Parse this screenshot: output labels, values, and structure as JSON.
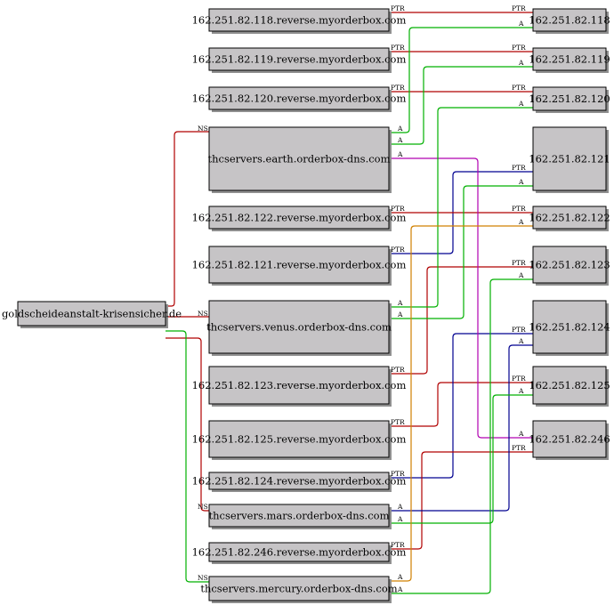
{
  "colors": {
    "ns": "#b00000",
    "ptr": "#b00000",
    "a": "#00b000",
    "blue": "#000090",
    "purple": "#b000b0",
    "orange": "#d08000"
  },
  "nodes": {
    "domain": "goldscheideanstalt-krisensicher.de",
    "earth": "thcservers.earth.orderbox-dns.com",
    "venus": "thcservers.venus.orderbox-dns.com",
    "mars": "thcservers.mars.orderbox-dns.com",
    "mercury": "thcservers.mercury.orderbox-dns.com",
    "rev118": "162.251.82.118.reverse.myorderbox.com",
    "rev119": "162.251.82.119.reverse.myorderbox.com",
    "rev120": "162.251.82.120.reverse.myorderbox.com",
    "rev122": "162.251.82.122.reverse.myorderbox.com",
    "rev121": "162.251.82.121.reverse.myorderbox.com",
    "rev123": "162.251.82.123.reverse.myorderbox.com",
    "rev125": "162.251.82.125.reverse.myorderbox.com",
    "rev124": "162.251.82.124.reverse.myorderbox.com",
    "rev246": "162.251.82.246.reverse.myorderbox.com",
    "ip118": "162.251.82.118",
    "ip119": "162.251.82.119",
    "ip120": "162.251.82.120",
    "ip121": "162.251.82.121",
    "ip122": "162.251.82.122",
    "ip123": "162.251.82.123",
    "ip124": "162.251.82.124",
    "ip125": "162.251.82.125",
    "ip246": "162.251.82.246"
  },
  "edge_labels": {
    "ns": "NS",
    "ptr": "PTR",
    "a": "A"
  },
  "edges": [
    {
      "from": "domain",
      "to": "earth",
      "type": "NS",
      "color": "ns"
    },
    {
      "from": "domain",
      "to": "venus",
      "type": "NS",
      "color": "ns"
    },
    {
      "from": "domain",
      "to": "mars",
      "type": "NS",
      "color": "ns"
    },
    {
      "from": "domain",
      "to": "mercury",
      "type": "NS",
      "color": "a"
    },
    {
      "from": "rev118",
      "to": "ip118",
      "type": "PTR",
      "color": "ptr"
    },
    {
      "from": "rev119",
      "to": "ip119",
      "type": "PTR",
      "color": "ptr"
    },
    {
      "from": "rev120",
      "to": "ip120",
      "type": "PTR",
      "color": "ptr"
    },
    {
      "from": "rev121",
      "to": "ip121",
      "type": "PTR",
      "color": "blue"
    },
    {
      "from": "rev122",
      "to": "ip122",
      "type": "PTR",
      "color": "ptr"
    },
    {
      "from": "rev123",
      "to": "ip123",
      "type": "PTR",
      "color": "ptr"
    },
    {
      "from": "rev125",
      "to": "ip125",
      "type": "PTR",
      "color": "ptr"
    },
    {
      "from": "rev124",
      "to": "ip124",
      "type": "PTR",
      "color": "blue"
    },
    {
      "from": "rev246",
      "to": "ip246",
      "type": "PTR",
      "color": "ptr"
    },
    {
      "from": "earth",
      "to": "ip118",
      "type": "A",
      "color": "a"
    },
    {
      "from": "earth",
      "to": "ip119",
      "type": "A",
      "color": "a"
    },
    {
      "from": "earth",
      "to": "ip246",
      "type": "A",
      "color": "purple"
    },
    {
      "from": "venus",
      "to": "ip120",
      "type": "A",
      "color": "a"
    },
    {
      "from": "venus",
      "to": "ip121",
      "type": "A",
      "color": "a"
    },
    {
      "from": "mars",
      "to": "ip124",
      "type": "A",
      "color": "blue"
    },
    {
      "from": "mars",
      "to": "ip125",
      "type": "A",
      "color": "a"
    },
    {
      "from": "mercury",
      "to": "ip122",
      "type": "A",
      "color": "orange"
    },
    {
      "from": "mercury",
      "to": "ip123",
      "type": "A",
      "color": "a"
    }
  ]
}
